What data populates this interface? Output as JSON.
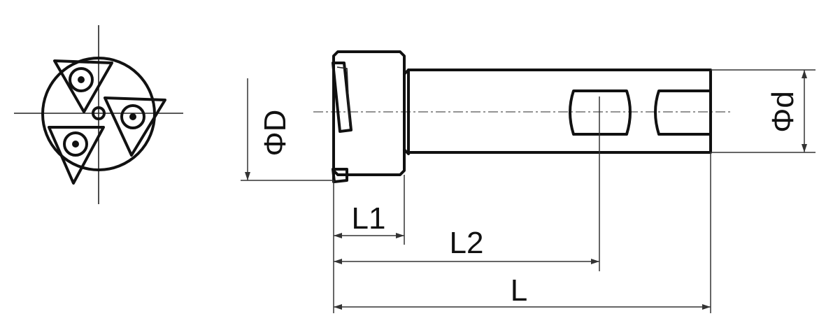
{
  "labels": {
    "phi_D": "ΦD",
    "phi_d": "Φd",
    "L1": "L1",
    "L2": "L2",
    "L": "L"
  },
  "colors": {
    "line": "#111111",
    "background": "#ffffff"
  },
  "icons": {
    "end_view": "three-insert-cutter-end-view-icon"
  }
}
